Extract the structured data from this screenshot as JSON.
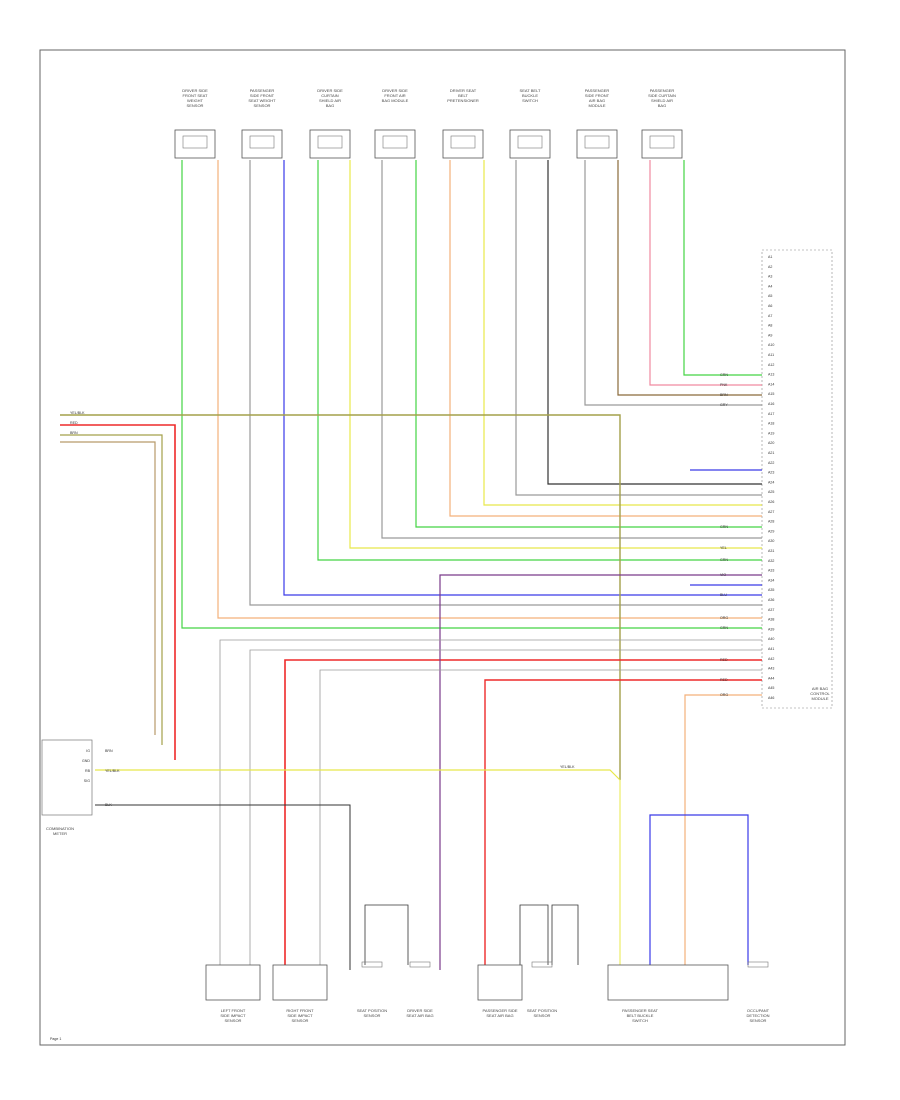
{
  "colors": {
    "green": "#44d444",
    "orange": "#f4b07a",
    "grey": "#9a9a9a",
    "dark": "#333333",
    "blue": "#3a3ae8",
    "yellow": "#e8e84a",
    "red": "#ee2a2a",
    "pink": "#f08aa0",
    "olive": "#a4a04a",
    "purple": "#7a3a8a",
    "tan": "#b89a6a",
    "brown": "#8a6a3a"
  },
  "top_sensors": [
    {
      "label": "DRIVER SIDE FRONT SEAT WEIGHT SENSOR"
    },
    {
      "label": "PASSENGER SIDE FRONT SEAT WEIGHT SENSOR"
    },
    {
      "label": "DRIVER SIDE CURTAIN SHIELD AIR BAG"
    },
    {
      "label": "DRIVER SIDE FRONT AIR BAG MODULE"
    },
    {
      "label": "DRIVER SEAT BELT PRETENSIONER"
    },
    {
      "label": "SEAT BELT BUCKLE SWITCH"
    },
    {
      "label": "PASSENGER SIDE FRONT AIR BAG MODULE"
    },
    {
      "label": "PASSENGER SIDE CURTAIN SHIELD AIR BAG"
    }
  ],
  "left_module": {
    "label": "COMBINATION METER",
    "pins": [
      "IG",
      "GND",
      "RB",
      "SIG"
    ]
  },
  "right_module": {
    "label": "AIR BAG CONTROL MODULE",
    "pins": [
      "A1",
      "A2",
      "A3",
      "A4",
      "A5",
      "A6",
      "A7",
      "A8",
      "A9",
      "A10",
      "A11",
      "A12",
      "A13",
      "A14",
      "A15",
      "A16",
      "A17",
      "A18",
      "A19",
      "A20",
      "A21",
      "A22",
      "A23",
      "A24",
      "A25",
      "A26",
      "A27",
      "A28",
      "A29",
      "A30",
      "A31",
      "A32",
      "A33",
      "A34",
      "A35",
      "A36",
      "A37",
      "A38",
      "A39",
      "A40",
      "A41",
      "A42",
      "A43",
      "A44",
      "A45",
      "A46"
    ]
  },
  "bottom_components": [
    {
      "label": "LEFT FRONT SIDE IMPACT SENSOR"
    },
    {
      "label": "RIGHT FRONT SIDE IMPACT SENSOR"
    },
    {
      "label": "SEAT POSITION SENSOR"
    },
    {
      "label": "DRIVER SIDE SEAT AIR BAG"
    },
    {
      "label": "PASSENGER SIDE SEAT AIR BAG"
    },
    {
      "label": "SEAT POSITION SENSOR"
    },
    {
      "label": "PASSENGER SEAT BELT BUCKLE SWITCH"
    },
    {
      "label": "OCCUPANT DETECTION SENSOR"
    }
  ],
  "wire_labels": {
    "yel_blk": "YEL/BLK",
    "red": "RED",
    "brn": "BRN",
    "grn": "GRN",
    "blu": "BLU",
    "org": "ORG",
    "blk": "BLK",
    "yel": "YEL",
    "pnk": "PNK",
    "gry": "GRY",
    "vio": "VIO"
  },
  "page_ref": "Page 1"
}
